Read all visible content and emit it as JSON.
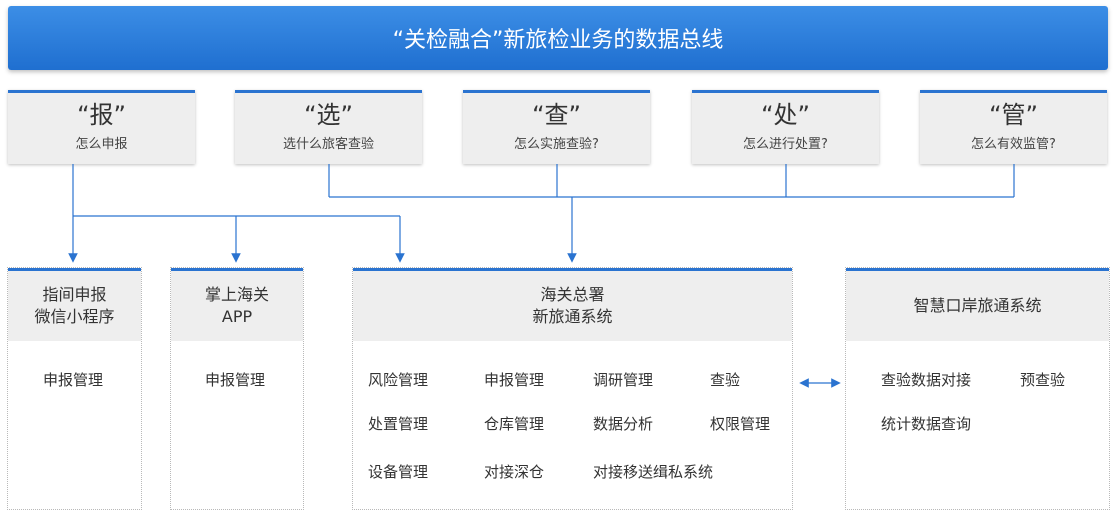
{
  "title": "“关检融合”新旅检业务的数据总线",
  "questions": [
    {
      "q": "“报”",
      "sub": "怎么申报"
    },
    {
      "q": "“选”",
      "sub": "选什么旅客查验"
    },
    {
      "q": "“查”",
      "sub": "怎么实施查验?"
    },
    {
      "q": "“处”",
      "sub": "怎么进行处置?"
    },
    {
      "q": "“管”",
      "sub": "怎么有效监管?"
    }
  ],
  "systems": [
    {
      "title1": "指间申报",
      "title2": "微信小程序",
      "items": [
        "申报管理"
      ]
    },
    {
      "title1": "掌上海关",
      "title2": "APP",
      "items": [
        "申报管理"
      ]
    },
    {
      "title1": "海关总署",
      "title2": "新旅通系统",
      "items": [
        "风险管理",
        "申报管理",
        "调研管理",
        "查验",
        "处置管理",
        "仓库管理",
        "数据分析",
        "权限管理",
        "设备管理",
        "对接深仓",
        "对接移送缉私系统"
      ]
    },
    {
      "title1": "智慧口岸旅通系统",
      "title2": "",
      "items": [
        "查验数据对接",
        "预查验",
        "统计数据查询"
      ]
    }
  ]
}
